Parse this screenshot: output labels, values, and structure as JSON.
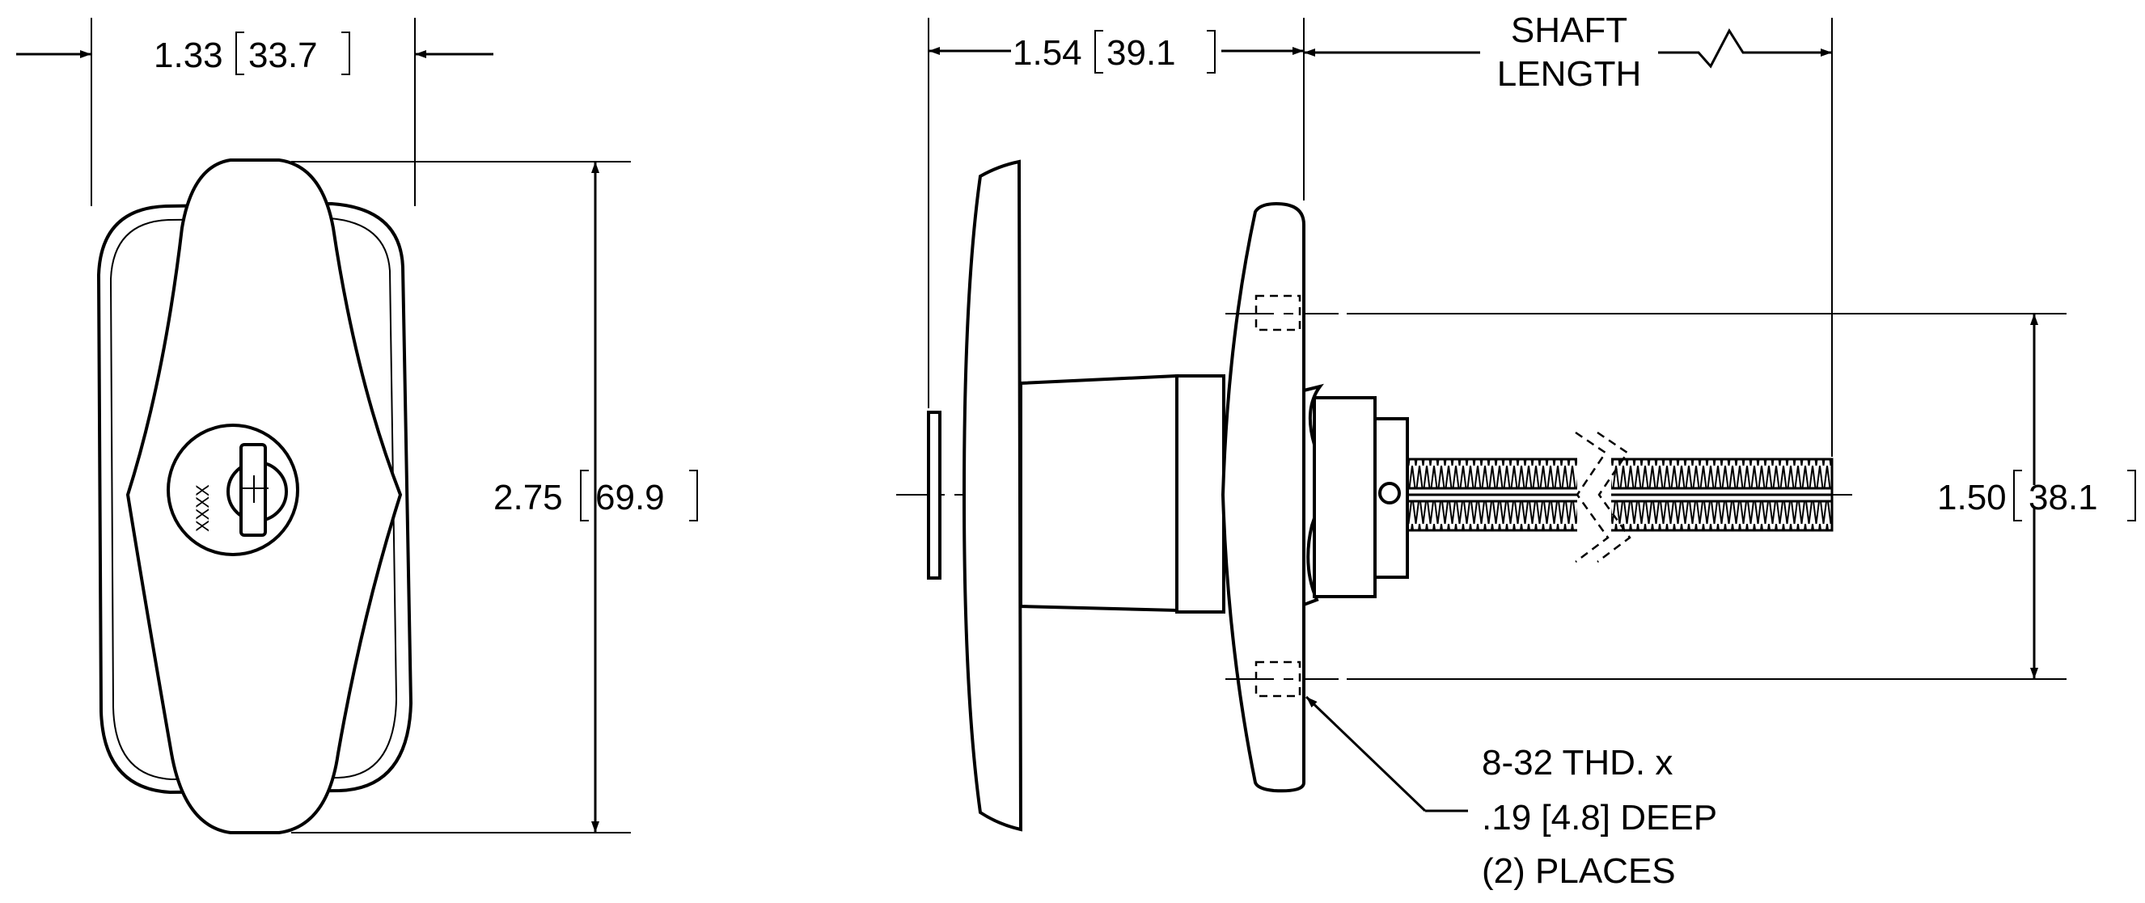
{
  "dimensions": {
    "front_width": {
      "inch": "1.33",
      "mm": "33.7"
    },
    "front_height": {
      "inch": "2.75",
      "mm": "69.9"
    },
    "side_depth": {
      "inch": "1.54",
      "mm": "39.1"
    },
    "shaft_label_line1": "SHAFT",
    "shaft_label_line2": "LENGTH",
    "hole_spacing": {
      "inch": "1.50",
      "mm": "38.1"
    }
  },
  "key_code": "XXXX",
  "thread_note": {
    "line1": "8-32 THD. x",
    "line2": ".19 [4.8] DEEP",
    "line3": "(2) PLACES"
  }
}
